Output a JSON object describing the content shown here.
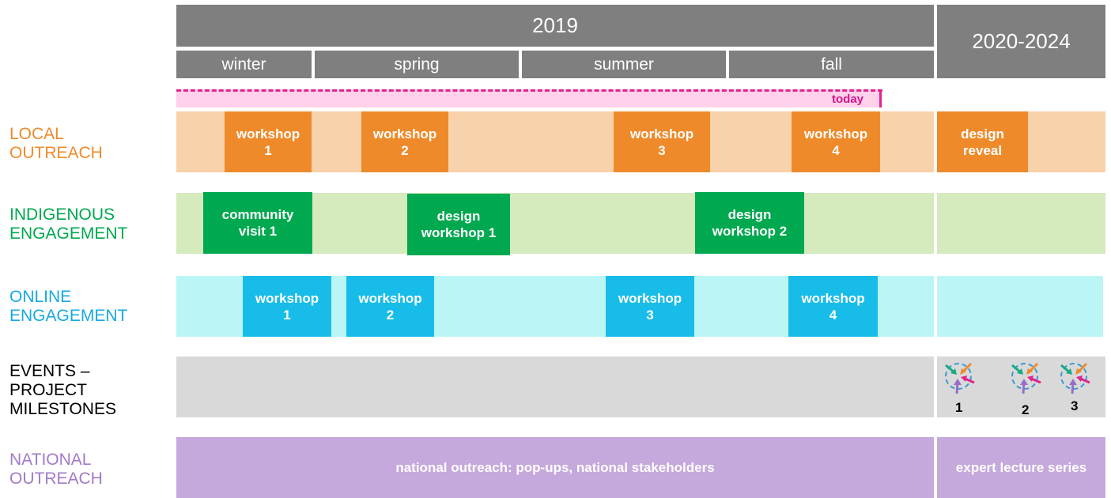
{
  "header": {
    "year": "2019",
    "future": "2020-2024",
    "seasons": [
      "winter",
      "spring",
      "summer",
      "fall"
    ]
  },
  "today_label": "today",
  "rows": {
    "local": {
      "label_line1": "LOCAL",
      "label_line2": "OUTREACH",
      "color": "#ee8a2a",
      "band_color": "#f8d2aa",
      "items": [
        "workshop\n1",
        "workshop\n2",
        "workshop\n3",
        "workshop\n4"
      ],
      "future_item": "design\nreveal"
    },
    "indigenous": {
      "label_line1": "INDIGENOUS",
      "label_line2": "ENGAGEMENT",
      "color": "#00a84f",
      "band_color": "#d5eabd",
      "items": [
        "community\nvisit 1",
        "design\nworkshop 1",
        "design\nworkshop 2"
      ]
    },
    "online": {
      "label_line1": "ONLINE",
      "label_line2": "ENGAGEMENT",
      "color": "#17bde8",
      "band_color": "#bcf5f5",
      "items": [
        "workshop\n1",
        "workshop\n2",
        "workshop\n3",
        "workshop\n4"
      ]
    },
    "events": {
      "label_line1": "EVENTS –",
      "label_line2": "PROJECT",
      "label_line3": "MILESTONES",
      "band_color": "#d9d9d9",
      "milestones": [
        "1",
        "2",
        "3"
      ]
    },
    "national": {
      "label_line1": "NATIONAL",
      "label_line2": "OUTREACH",
      "color": "#c5a8dc",
      "banner": "national outreach: pop-ups, national stakeholders",
      "future_banner": "expert lecture series"
    }
  }
}
